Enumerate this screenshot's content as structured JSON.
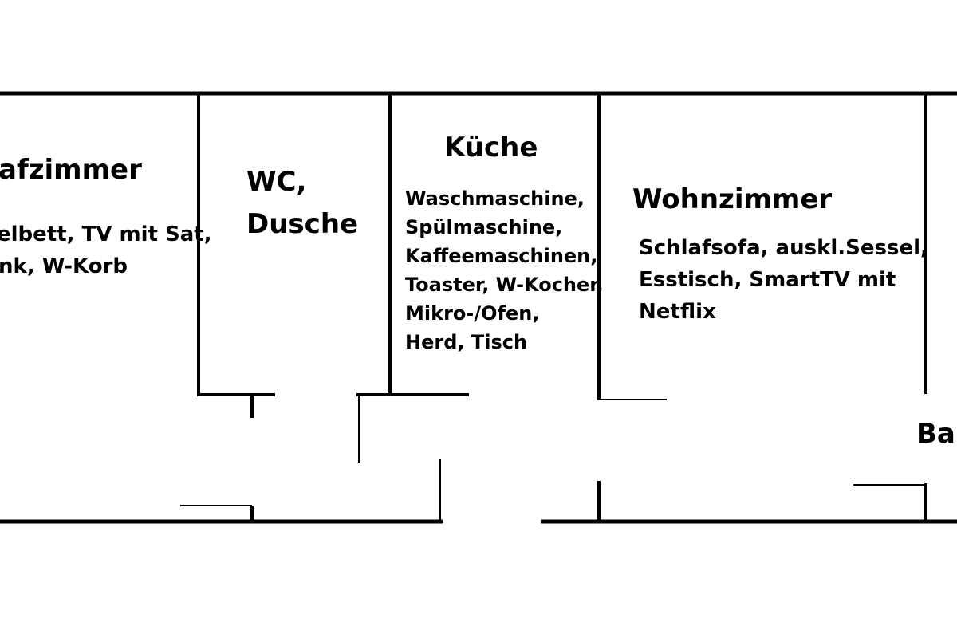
{
  "floorplan": {
    "rooms": [
      {
        "title": "afzimmer",
        "furniture": [
          "elbett, TV mit Sat,",
          "nk, W-Korb"
        ]
      },
      {
        "title_lines": [
          "WC,",
          "Dusche"
        ]
      },
      {
        "title": "Küche",
        "furniture": [
          "Waschmaschine,",
          "Spülmaschine,",
          "Kaffeemaschinen,",
          "Toaster, W-Kocher,",
          "Mikro-/Ofen,",
          "Herd, Tisch"
        ]
      },
      {
        "title": "Wohnzimmer",
        "furniture": [
          "Schlafsofa, auskl.Sessel,",
          "Esstisch, SmartTV mit",
          "Netflix"
        ]
      },
      {
        "title": "Bal"
      }
    ]
  }
}
